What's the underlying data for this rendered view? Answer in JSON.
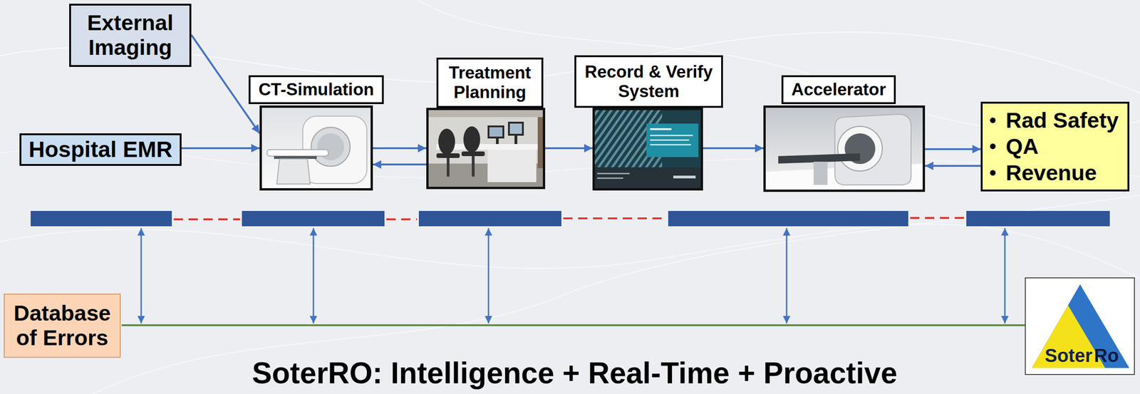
{
  "diagram": {
    "caption": "SoterRO: Intelligence + Real-Time + Proactive",
    "nodes": [
      {
        "text": [
          "External Imaging"
        ]
      },
      {
        "text": [
          "Hospital EMR"
        ]
      },
      {
        "text": [
          "CT-Simulation"
        ]
      },
      {
        "text": [
          "Treatment Planning"
        ]
      },
      {
        "text": [
          "Record & Verify System"
        ]
      },
      {
        "text": [
          "Accelerator"
        ]
      },
      {
        "text": [
          "Rad Safety",
          "QA",
          "Revenue"
        ]
      },
      {
        "text": [
          "Database of Errors"
        ]
      }
    ],
    "edges": [
      {
        "from": 0,
        "to": 2,
        "arrow": "to"
      },
      {
        "from": 1,
        "to": 2,
        "arrow": "to"
      },
      {
        "from": 2,
        "to": 3,
        "arrow": "to"
      },
      {
        "from": 3,
        "to": 2,
        "arrow": "to"
      },
      {
        "from": 3,
        "to": 4,
        "arrow": "to"
      },
      {
        "from": 4,
        "to": 5,
        "arrow": "to"
      },
      {
        "from": 5,
        "to": 6,
        "arrow": "to"
      },
      {
        "from": 6,
        "to": 5,
        "arrow": "to"
      }
    ],
    "labels": [
      "Soter",
      "Ro"
    ]
  }
}
